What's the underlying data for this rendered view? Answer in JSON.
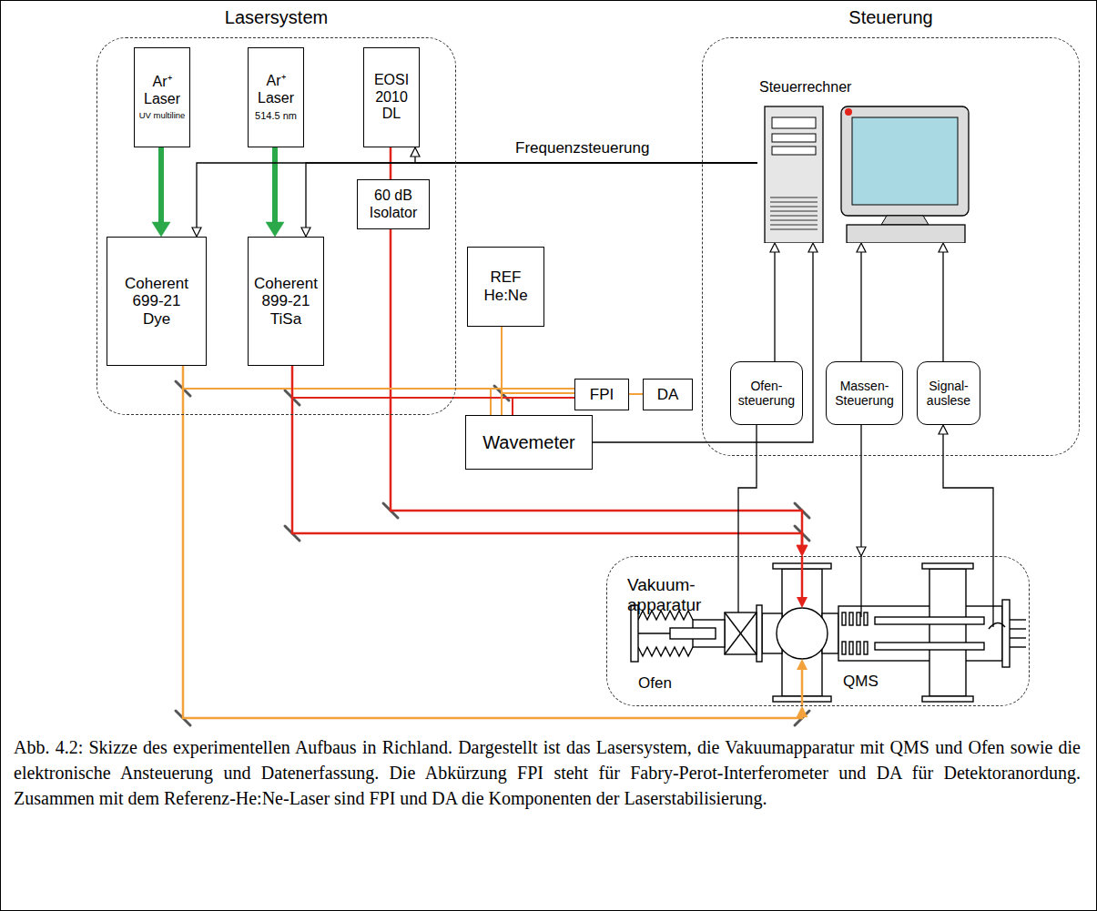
{
  "diagram": {
    "caption": "Abb. 4.2: Skizze des experimentellen Aufbaus in Richland. Dargestellt ist das Lasersystem, die Vakuumapparatur mit QMS und Ofen sowie die elektronische Ansteuerung und Datenerfassung. Die Abkürzung FPI steht für Fabry-Perot-Interferometer und DA für Detektoranordung. Zusammen mit dem Referenz-He:Ne-Laser sind FPI und DA die Komponenten der Laserstabilisierung.",
    "nodes": [
      {
        "text": [
          "Lasersystem"
        ]
      },
      {
        "text": [
          "Ar⁺ Laser",
          "UV multiline"
        ],
        "in": 0
      },
      {
        "text": [
          "Ar⁺ Laser",
          "514.5 nm"
        ],
        "in": 0
      },
      {
        "text": [
          "EOSI 2010 DL"
        ],
        "in": 0
      },
      {
        "text": [
          "Coherent 699-21 Dye"
        ],
        "in": 0
      },
      {
        "text": [
          "Coherent 899-21 TiSa"
        ],
        "in": 0
      },
      {
        "text": [
          "60 dB Isolator"
        ],
        "in": 0
      },
      {
        "text": [
          "REF He:Ne"
        ]
      },
      {
        "text": [
          "FPI"
        ]
      },
      {
        "text": [
          "DA"
        ]
      },
      {
        "text": [
          "Wavemeter"
        ]
      },
      {
        "text": [
          "Steuerung"
        ]
      },
      {
        "text": [
          "Steuerrechner"
        ],
        "in": 11
      },
      {
        "text": [
          "Ofen- steuerung"
        ],
        "in": 11
      },
      {
        "text": [
          "Massen- Steuerung"
        ],
        "in": 11
      },
      {
        "text": [
          "Signal- auslese"
        ],
        "in": 11
      },
      {
        "text": [
          "Vakuum- apparatur"
        ]
      }
    ],
    "edges": [
      {
        "from": 1,
        "to": 4,
        "arrow": "to"
      },
      {
        "from": 2,
        "to": 5,
        "arrow": "to"
      },
      {
        "from": 3,
        "to": 6,
        "arrow": "none"
      },
      {
        "from": 6,
        "to": 16,
        "arrow": "to"
      },
      {
        "from": 5,
        "to": 16,
        "arrow": "to"
      },
      {
        "from": 4,
        "to": 16,
        "arrow": "to"
      },
      {
        "from": 4,
        "to": 8,
        "arrow": "none"
      },
      {
        "from": 5,
        "to": 8,
        "arrow": "none"
      },
      {
        "from": 7,
        "to": 8,
        "arrow": "none"
      },
      {
        "from": 4,
        "to": 10,
        "arrow": "none"
      },
      {
        "from": 5,
        "to": 10,
        "arrow": "none"
      },
      {
        "from": 7,
        "to": 10,
        "arrow": "none"
      },
      {
        "from": 8,
        "to": 9,
        "arrow": "none"
      },
      {
        "from": 12,
        "to": 4,
        "label": "Frequenzsteuerung",
        "arrow": "to"
      },
      {
        "from": 12,
        "to": 5,
        "arrow": "to"
      },
      {
        "from": 12,
        "to": 3,
        "arrow": "to"
      },
      {
        "from": 10,
        "to": 12,
        "arrow": "to"
      },
      {
        "from": 13,
        "to": 12,
        "arrow": "to"
      },
      {
        "from": 14,
        "to": 12,
        "arrow": "to"
      },
      {
        "from": 15,
        "to": 12,
        "arrow": "to"
      },
      {
        "from": 13,
        "to": 16,
        "arrow": "none"
      },
      {
        "from": 14,
        "to": 16,
        "arrow": "to"
      },
      {
        "from": 16,
        "to": 15,
        "arrow": "to"
      }
    ],
    "labels": [
      "Ofen",
      "QMS"
    ]
  }
}
